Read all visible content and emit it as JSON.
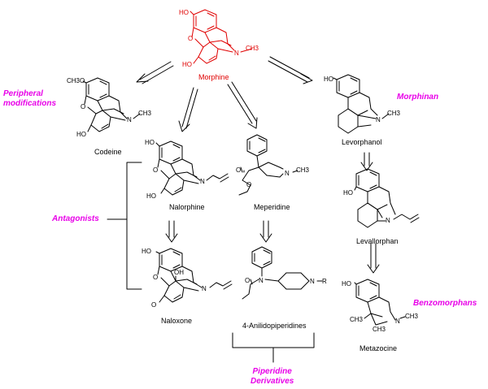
{
  "molecules": {
    "morphine": {
      "name": "Morphine",
      "atoms": [
        "HO",
        "O",
        "HO",
        "N",
        "CH3"
      ],
      "color": "#e00000"
    },
    "codeine": {
      "name": "Codeine",
      "atoms": [
        "CH3O",
        "O",
        "HO",
        "N",
        "CH3"
      ]
    },
    "levorphanol": {
      "name": "Levorphanol",
      "atoms": [
        "HO",
        "N",
        "CH3"
      ]
    },
    "nalorphine": {
      "name": "Nalorphine",
      "atoms": [
        "HO",
        "O",
        "HO",
        "N"
      ]
    },
    "meperidine": {
      "name": "Meperidine",
      "atoms": [
        "O",
        "O",
        "N",
        "CH3"
      ]
    },
    "levallorphan": {
      "name": "Levallorphan",
      "atoms": [
        "HO",
        "N"
      ]
    },
    "naloxone": {
      "name": "Naloxone",
      "atoms": [
        "HO",
        "O",
        "OH",
        "O",
        "N"
      ]
    },
    "anilidopiperidines": {
      "name": "4-Anilidopiperidines",
      "atoms": [
        "O",
        "N",
        "N",
        "R"
      ]
    },
    "metazocine": {
      "name": "Metazocine",
      "atoms": [
        "HO",
        "CH3",
        "CH3",
        "N",
        "CH3"
      ]
    }
  },
  "groups": {
    "peripheral": [
      "Peripheral",
      "modifications"
    ],
    "morphinan": [
      "Morphinan"
    ],
    "antagonists": [
      "Antagonists"
    ],
    "benzomorphans": [
      "Benzomorphans"
    ],
    "piperidine": [
      "Piperidine",
      "Derivatives"
    ]
  },
  "colors": {
    "morphine": "#e00000",
    "group_label": "#e800e8",
    "structure": "#000000"
  }
}
